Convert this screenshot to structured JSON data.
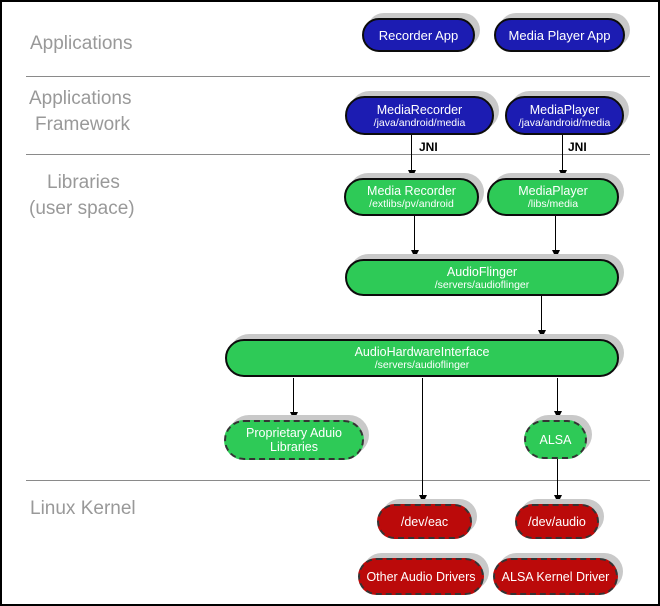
{
  "sections": {
    "applications": {
      "label": "Applications"
    },
    "framework": {
      "line1": "Applications",
      "line2": "Framework"
    },
    "libraries": {
      "line1": "Libraries",
      "line2": "(user space)"
    },
    "kernel": {
      "label": "Linux Kernel"
    }
  },
  "nodes": {
    "recorder_app": {
      "title": "Recorder App"
    },
    "media_player_app": {
      "title": "Media Player App"
    },
    "media_recorder_java": {
      "title": "MediaRecorder",
      "subtitle": "/java/android/media"
    },
    "media_player_java": {
      "title": "MediaPlayer",
      "subtitle": "/java/android/media"
    },
    "media_recorder_native": {
      "title": "Media Recorder",
      "subtitle": "/extlibs/pv/android"
    },
    "media_player_native": {
      "title": "MediaPlayer",
      "subtitle": "/libs/media"
    },
    "audio_flinger": {
      "title": "AudioFlinger",
      "subtitle": "/servers/audioflinger"
    },
    "audio_hardware_interface": {
      "title": "AudioHardwareInterface",
      "subtitle": "/servers/audioflinger"
    },
    "proprietary_audio_libraries": {
      "title": "Proprietary Aduio Libraries"
    },
    "alsa": {
      "title": "ALSA"
    },
    "dev_eac": {
      "title": "/dev/eac"
    },
    "dev_audio": {
      "title": "/dev/audio"
    },
    "other_audio_drivers": {
      "title": "Other Audio Drivers"
    },
    "alsa_kernel_driver": {
      "title": "ALSA Kernel Driver"
    }
  },
  "edge_labels": {
    "jni_left": "JNI",
    "jni_right": "JNI"
  },
  "colors": {
    "app_blue": "#1c1cb2",
    "lib_green": "#2eca57",
    "kernel_red": "#bb0a0a",
    "shadow_gray": "#c9c9c9",
    "label_gray": "#999999",
    "separator_gray": "#8a8a8a"
  }
}
